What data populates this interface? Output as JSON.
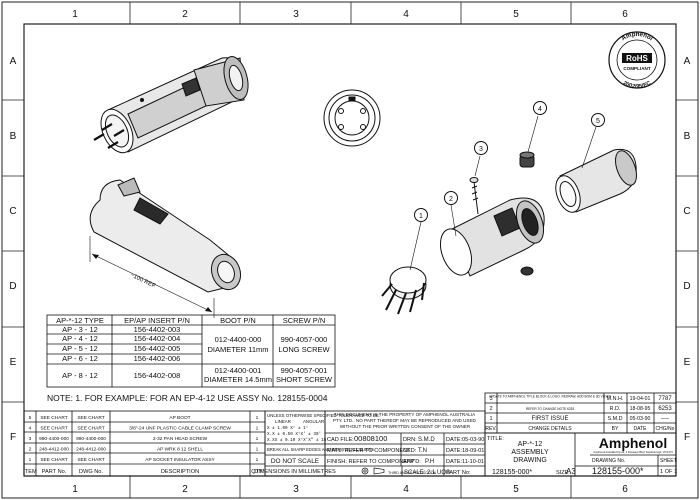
{
  "border": {
    "columns": [
      "1",
      "2",
      "3",
      "4",
      "5",
      "6"
    ],
    "rows": [
      "A",
      "B",
      "C",
      "D",
      "E",
      "F"
    ]
  },
  "rohs": {
    "top": "Amphenol",
    "middle": "RoHS",
    "sub": "COMPLIANT",
    "bottom": "2002/95/EC"
  },
  "callouts": [
    "1",
    "2",
    "3",
    "4",
    "5"
  ],
  "dimension_label": "~100 REF",
  "type_table": {
    "headers": [
      "AP-*-12 TYPE",
      "EP/AP INSERT P/N",
      "BOOT P/N",
      "SCREW P/N"
    ],
    "rows": [
      {
        "type": "AP - 3 - 12",
        "insert": "156-4402-003"
      },
      {
        "type": "AP - 4 - 12",
        "insert": "156-4402-004"
      },
      {
        "type": "AP - 5 - 12",
        "insert": "156-4402-005"
      },
      {
        "type": "AP - 6 - 12",
        "insert": "156-4402-006"
      },
      {
        "type": "AP - 8 - 12",
        "insert": "156-4402-008"
      }
    ],
    "boot_a": [
      "012-4400-000",
      "DIAMETER 11mm"
    ],
    "boot_b": [
      "012-4400-001",
      "DIAMETER 14.5mm"
    ],
    "screw_a": [
      "990-4057-000",
      "LONG SCREW"
    ],
    "screw_b": [
      "990-4057-001",
      "SHORT SCREW"
    ]
  },
  "note": "NOTE: 1. FOR EXAMPLE: FOR AN EP-4-12 USE ASSY No. 128155-0004",
  "bom": {
    "headers": [
      "ITEM",
      "PART No.",
      "DWG No.",
      "DESCRIPTION",
      "QTY"
    ],
    "rows": [
      [
        "5",
        "SEE CHART",
        "SEE CHART",
        "AP BOOT",
        "1"
      ],
      [
        "4",
        "SEE CHART",
        "SEE CHART",
        "3/8\"-24 UNF PLASTIC CABLE CLAMP SCREW",
        "1"
      ],
      [
        "3",
        "990-4400-000",
        "990-4400-000",
        "2-32 PAN HEAD SCREW",
        "1"
      ],
      [
        "2",
        "248-4412-000",
        "248-4412-000",
        "AP WRK 8 12 SHELL",
        "1"
      ],
      [
        "1",
        "SEE CHART",
        "SEE CHART",
        "AP SOCKET INSULATOR ASSY",
        "1"
      ]
    ]
  },
  "tolerance": {
    "title": "UNLESS OTHERWISE SPECIFIED TOLERANCE TO BE:",
    "cols": [
      "LINEAR",
      "ANGULAR"
    ],
    "lines": [
      "X    ± 1.00   X°   ± 1°",
      "X.X  ± 0.50   X°X' ± 30'",
      "X.XX ± 0.10   X°X'X\" ± 15'"
    ],
    "edges": "BREAK ALL SHARP EDGES AND REMOVE ALL BURRS",
    "no_scale": "DO NOT SCALE",
    "units": "DIMENSIONS IN MILLIMETRES"
  },
  "property_note": "THIS DOCUMENT IS THE PROPERTY OF AMPHENOL AUSTRALIA PTY. LTD.. NO PART THEREOF MAY BE REPRODUCED AND USED WITHOUT THE PRIOR WRITTEN CONSENT OF THE OWNER",
  "title_fields": {
    "cad_file_label": "CAD FILE:",
    "cad_file": "00808100",
    "drn_label": "DRN:",
    "drn": "S.M.D",
    "date1_label": "DATE:",
    "date1": "05-03-90",
    "matl": "MATL: REFER TO COMPONENT",
    "ckd_label": "CKD:",
    "ckd": "T.N",
    "date2_label": "DATE:",
    "date2": "18-09-01",
    "finish": "FINISH: REFER TO COMPONENT",
    "appd_label": "APP'D:",
    "appd": "P.H",
    "date3_label": "DATE:",
    "date3": "11-10-01",
    "projection": "THIRD ANGLE PROJECTION",
    "scale": "SCALE: 2:1  UOS",
    "part_label": "PART No:",
    "part": "128155-000*",
    "size_label": "SIZE",
    "size": "A3",
    "title_label": "TITLE:",
    "title_lines": [
      "AP-*-12",
      "ASSEMBLY",
      "DRAWING"
    ],
    "company": "Amphenol",
    "company_sub": "Amphenol Australia Pty.Ltd, 2 Fiveways Blvd, Keysborough, VIC3173",
    "drawing_no_label": "DRAWING No.",
    "drawing_no": "128155-000*",
    "sheet_label": "SHEET",
    "sheet": "1 OF 1"
  },
  "revisions": {
    "rows": [
      {
        "rev": "3",
        "desc": "UPDATE TO AMPHENOL TITLE BLOCK & LOGO. REDRAW, ADD BOM & 3D VIEWS",
        "by": "M.N.H.",
        "date": "19-04-01",
        "dwg": "7787"
      },
      {
        "rev": "2",
        "desc": "REFER TO CHANGE NOTE 6253",
        "by": "R.D.",
        "date": "18-08-95",
        "dwg": "6253"
      },
      {
        "rev": "1",
        "desc": "FIRST ISSUE",
        "by": "S.M.D",
        "date": "05-03-90",
        "dwg": "----"
      }
    ],
    "headers": [
      "REV.",
      "CHANGE DETAILS",
      "BY",
      "DATE",
      "CHG/No"
    ]
  }
}
